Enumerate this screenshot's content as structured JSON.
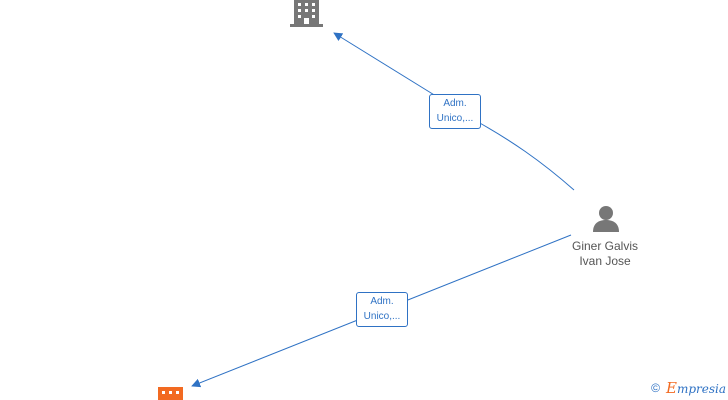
{
  "nodes": {
    "company_top": {
      "icon": "building-icon",
      "color": "#777777"
    },
    "company_bottom": {
      "icon": "building-icon",
      "color": "#f26a21"
    },
    "person": {
      "icon": "person-icon",
      "color": "#777777",
      "name_line1": "Giner Galvis",
      "name_line2": "Ivan Jose"
    }
  },
  "edges": [
    {
      "from": "person",
      "to": "company_top",
      "label_line1": "Adm.",
      "label_line2": "Unico,..."
    },
    {
      "from": "person",
      "to": "company_bottom",
      "label_line1": "Adm.",
      "label_line2": "Unico,..."
    }
  ],
  "colors": {
    "edge": "#2f72c4",
    "accent": "#f26a21"
  },
  "watermark": {
    "symbol": "©",
    "brand_initial": "E",
    "brand_rest": "mpresia"
  }
}
